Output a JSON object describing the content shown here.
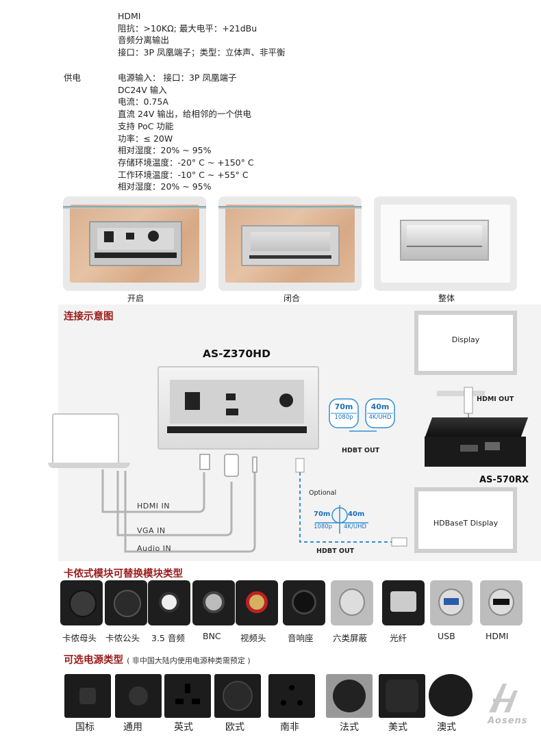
{
  "spec": {
    "hdmi_lines": [
      "HDMI",
      "阻抗：>10KΩ; 最大电平：+21dBu",
      "音频分离输出",
      "接口：3P 凤凰端子；类型：立体声、非平衡"
    ],
    "power_heading": "供电",
    "power_lines": [
      "电源输入： 接口：3P 凤凰端子",
      "DC24V 输入",
      "电流：0.75A",
      "直流 24V 输出，给相邻的一个供电",
      "支持 PoC 功能",
      "功率：≤ 20W",
      "相对湿度：20% ~ 95%",
      "存储环境温度：-20° C ~ +150° C",
      "工作环境温度：-10° C ~ +55° C",
      "相对湿度：20% ~ 95%"
    ]
  },
  "photos": {
    "captions": [
      "开启",
      "闭合",
      "整体"
    ]
  },
  "diagram": {
    "title": "连接示意图",
    "device_name": "AS-Z370HD",
    "display_label": "Display",
    "hdmi_out": "HDMI OUT",
    "badge1_top": "70m",
    "badge1_bottom": "1080p",
    "badge2_top": "40m",
    "badge2_bottom": "4K/UHD",
    "hdbt_out": "HDBT OUT",
    "receiver_name": "AS-570RX",
    "optional": "Optional",
    "opt_top1": "70m",
    "opt_bottom1": "1080p",
    "opt_top2": "40m",
    "opt_bottom2": "4K/UHD",
    "hdbaset_display": "HDBaseT Display",
    "hdbt_out2": "HDBT OUT",
    "hdmi_in": "HDMI IN",
    "vga_in": "VGA IN",
    "audio_in": "Audio IN"
  },
  "modules": {
    "title": "卡侬式模块可替换模块类型",
    "items": [
      "卡侬母头",
      "卡侬公头",
      "3.5 音频",
      "BNC",
      "视频头",
      "音响座",
      "六类屏蔽",
      "光纤",
      "USB",
      "HDMI"
    ]
  },
  "power_types": {
    "title": "可选电源类型",
    "note": "( 非中国大陆内使用电源种类需预定 )",
    "items": [
      "国标",
      "通用",
      "英式",
      "欧式",
      "南非",
      "法式",
      "美式",
      "澳式"
    ]
  },
  "brand": {
    "logo_text": "Aosens"
  }
}
